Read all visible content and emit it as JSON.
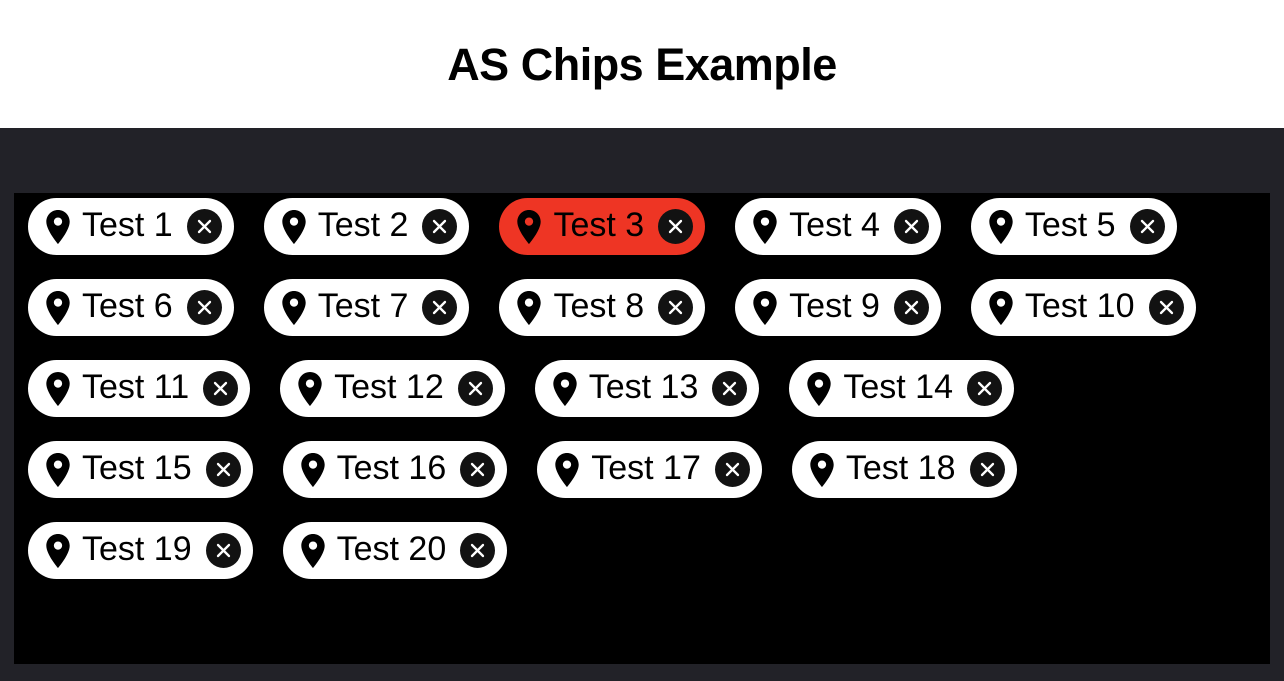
{
  "header": {
    "title": "AS Chips Example",
    "background_color": "#ffffff",
    "text_color": "#000000"
  },
  "stage": {
    "background_color": "#222228",
    "panel_background_color": "#000000"
  },
  "chips_area": {
    "icon_name": "location-pin-icon",
    "close_icon_name": "close-icon",
    "chip_background_color": "#ffffff",
    "chip_selected_color": "#ee3524",
    "chip_text_color": "#000000",
    "close_button_color": "#121212",
    "close_icon_color": "#ffffff",
    "chips": [
      {
        "label": "Test 1",
        "selected": false
      },
      {
        "label": "Test 2",
        "selected": false
      },
      {
        "label": "Test 3",
        "selected": true
      },
      {
        "label": "Test 4",
        "selected": false
      },
      {
        "label": "Test 5",
        "selected": false
      },
      {
        "label": "Test 6",
        "selected": false
      },
      {
        "label": "Test 7",
        "selected": false
      },
      {
        "label": "Test 8",
        "selected": false
      },
      {
        "label": "Test 9",
        "selected": false
      },
      {
        "label": "Test 10",
        "selected": false
      },
      {
        "label": "Test 11",
        "selected": false
      },
      {
        "label": "Test 12",
        "selected": false
      },
      {
        "label": "Test 13",
        "selected": false
      },
      {
        "label": "Test 14",
        "selected": false
      },
      {
        "label": "Test 15",
        "selected": false
      },
      {
        "label": "Test 16",
        "selected": false
      },
      {
        "label": "Test 17",
        "selected": false
      },
      {
        "label": "Test 18",
        "selected": false
      },
      {
        "label": "Test 19",
        "selected": false
      },
      {
        "label": "Test 20",
        "selected": false
      }
    ]
  }
}
